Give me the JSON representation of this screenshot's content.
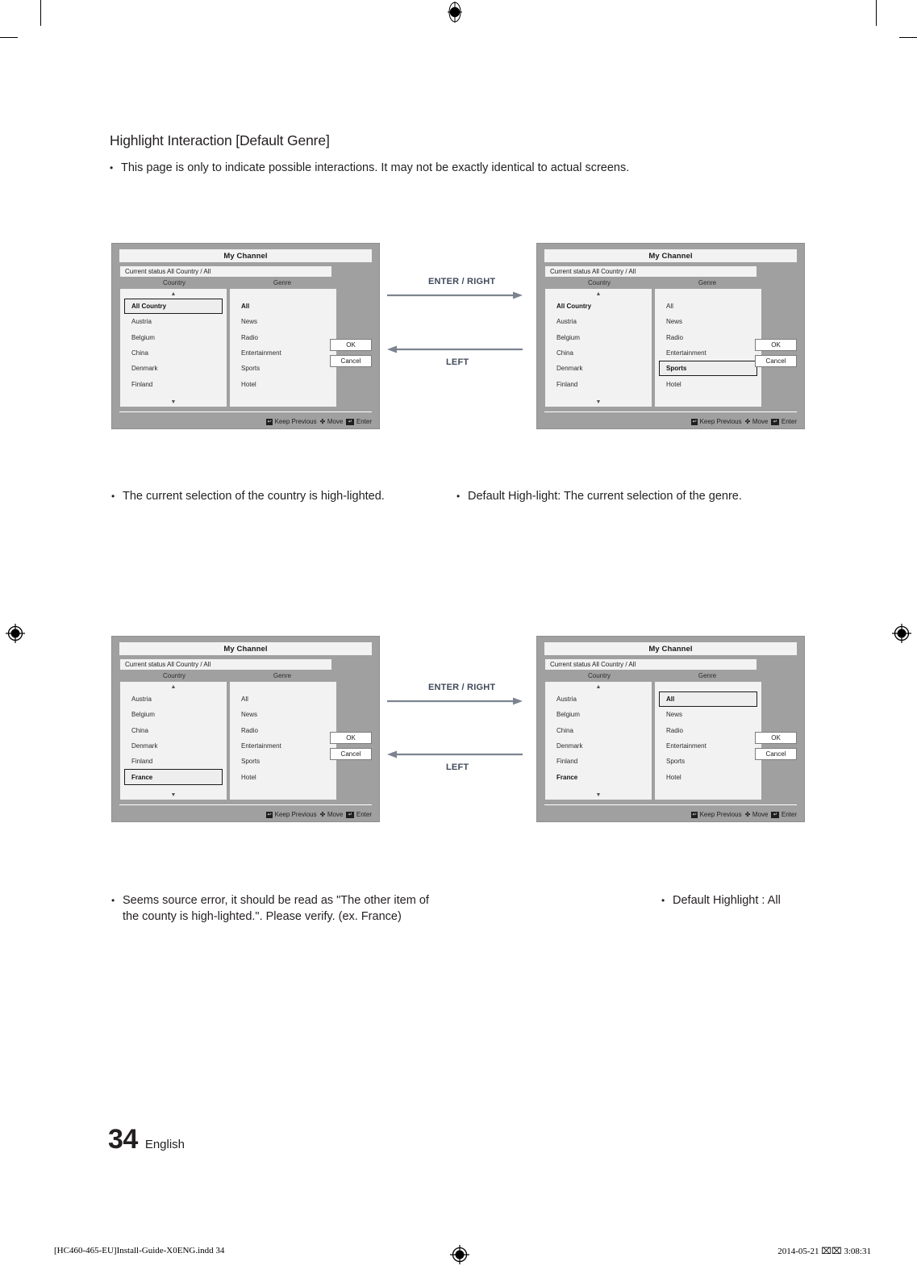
{
  "page": {
    "section_title": "Highlight Interaction [Default Genre]",
    "intro_bullet": "This page is only to indicate possible interactions. It may not be exactly identical to actual screens.",
    "bullet_marker": "•",
    "page_number": "34",
    "language": "English",
    "print_footer_left": "[HC460-465-EU]Install-Guide-X0ENG.indd   34",
    "print_footer_right": "2014-05-21   ⌧⌧ 3:08:31"
  },
  "flow": {
    "top_right_label": "ENTER / RIGHT",
    "top_left_label": "LEFT",
    "bottom_right_label": "ENTER / RIGHT",
    "bottom_left_label": "LEFT",
    "arrow_color": "#7c838f"
  },
  "osd_common": {
    "title": "My Channel",
    "status": "Current status All Country / All",
    "col_country_header": "Country",
    "col_genre_header": "Genre",
    "ok_label": "OK",
    "cancel_label": "Cancel",
    "footer_keep_previous": "Keep Previous",
    "footer_move": "Move",
    "footer_enter": "Enter",
    "scroll_up_glyph": "▲",
    "scroll_down_glyph": "▼",
    "move_glyph": "✤",
    "return_glyph": "↩",
    "enter_glyph": "↵"
  },
  "screens": [
    {
      "id": "screen-1",
      "country_items": [
        {
          "label": "All Country",
          "bold": true,
          "selected": true
        },
        {
          "label": "Austria",
          "bold": false,
          "selected": false
        },
        {
          "label": "Belgium",
          "bold": false,
          "selected": false
        },
        {
          "label": "China",
          "bold": false,
          "selected": false
        },
        {
          "label": "Denmark",
          "bold": false,
          "selected": false
        },
        {
          "label": "Finland",
          "bold": false,
          "selected": false
        }
      ],
      "genre_items": [
        {
          "label": "All",
          "bold": true,
          "selected": false
        },
        {
          "label": "News",
          "bold": false,
          "selected": false
        },
        {
          "label": "Radio",
          "bold": false,
          "selected": false
        },
        {
          "label": "Entertainment",
          "bold": false,
          "selected": false
        },
        {
          "label": "Sports",
          "bold": false,
          "selected": false
        },
        {
          "label": "Hotel",
          "bold": false,
          "selected": false
        }
      ]
    },
    {
      "id": "screen-2",
      "country_items": [
        {
          "label": "All Country",
          "bold": true,
          "selected": false
        },
        {
          "label": "Austria",
          "bold": false,
          "selected": false
        },
        {
          "label": "Belgium",
          "bold": false,
          "selected": false
        },
        {
          "label": "China",
          "bold": false,
          "selected": false
        },
        {
          "label": "Denmark",
          "bold": false,
          "selected": false
        },
        {
          "label": "Finland",
          "bold": false,
          "selected": false
        }
      ],
      "genre_items": [
        {
          "label": "All",
          "bold": false,
          "selected": false
        },
        {
          "label": "News",
          "bold": false,
          "selected": false
        },
        {
          "label": "Radio",
          "bold": false,
          "selected": false
        },
        {
          "label": "Entertainment",
          "bold": false,
          "selected": false
        },
        {
          "label": "Sports",
          "bold": true,
          "selected": true
        },
        {
          "label": "Hotel",
          "bold": false,
          "selected": false
        }
      ]
    },
    {
      "id": "screen-3",
      "country_items": [
        {
          "label": "Austria",
          "bold": false,
          "selected": false
        },
        {
          "label": "Belgium",
          "bold": false,
          "selected": false
        },
        {
          "label": "China",
          "bold": false,
          "selected": false
        },
        {
          "label": "Denmark",
          "bold": false,
          "selected": false
        },
        {
          "label": "Finland",
          "bold": false,
          "selected": false
        },
        {
          "label": "France",
          "bold": true,
          "selected": true
        }
      ],
      "genre_items": [
        {
          "label": "All",
          "bold": false,
          "selected": false
        },
        {
          "label": "News",
          "bold": false,
          "selected": false
        },
        {
          "label": "Radio",
          "bold": false,
          "selected": false
        },
        {
          "label": "Entertainment",
          "bold": false,
          "selected": false
        },
        {
          "label": "Sports",
          "bold": false,
          "selected": false
        },
        {
          "label": "Hotel",
          "bold": false,
          "selected": false
        }
      ]
    },
    {
      "id": "screen-4",
      "country_items": [
        {
          "label": "Austria",
          "bold": false,
          "selected": false
        },
        {
          "label": "Belgium",
          "bold": false,
          "selected": false
        },
        {
          "label": "China",
          "bold": false,
          "selected": false
        },
        {
          "label": "Denmark",
          "bold": false,
          "selected": false
        },
        {
          "label": "Finland",
          "bold": false,
          "selected": false
        },
        {
          "label": "France",
          "bold": true,
          "selected": false
        }
      ],
      "genre_items": [
        {
          "label": "All",
          "bold": true,
          "selected": true
        },
        {
          "label": "News",
          "bold": false,
          "selected": false
        },
        {
          "label": "Radio",
          "bold": false,
          "selected": false
        },
        {
          "label": "Entertainment",
          "bold": false,
          "selected": false
        },
        {
          "label": "Sports",
          "bold": false,
          "selected": false
        },
        {
          "label": "Hotel",
          "bold": false,
          "selected": false
        }
      ]
    }
  ],
  "captions": {
    "row1_left": "The current selection of the country is high-lighted.",
    "row1_right": "Default High-light: The current selection of the genre.",
    "row2_left": "Seems source error, it should be read as \"The other item of the county is high-lighted.\". Please verify. (ex. France)",
    "row2_right": "Default Highlight : All"
  }
}
